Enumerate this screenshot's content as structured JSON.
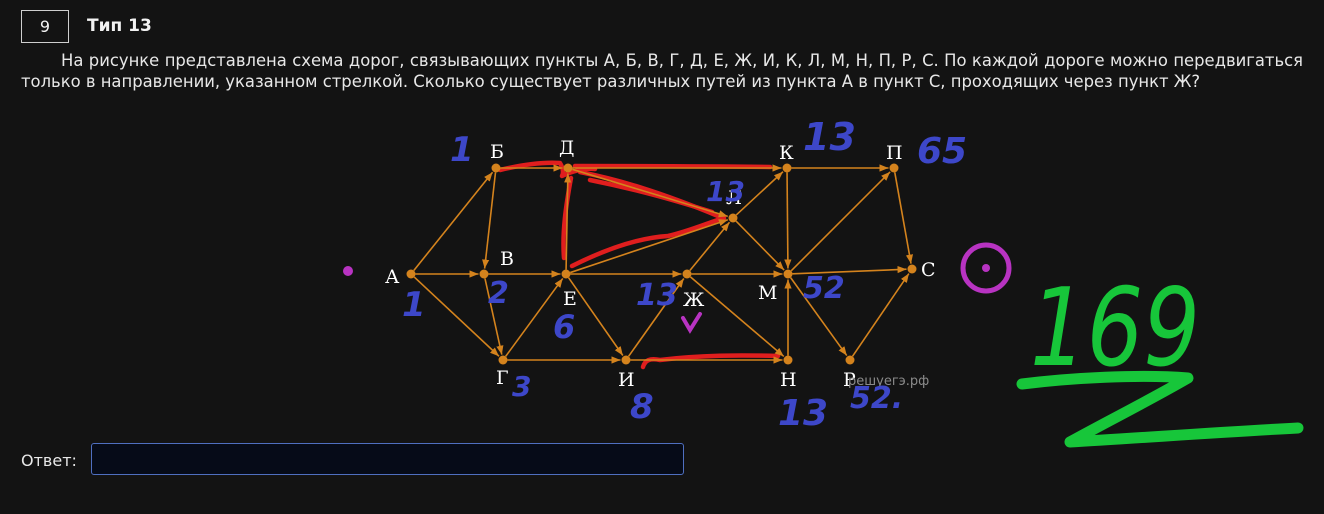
{
  "task": {
    "number": "9",
    "type_label": "Тип 13",
    "text": "На рисунке представлена схема дорог, связывающих пункты А, Б, В, Г, Д, Е, Ж, И, К, Л, М, Н, П, Р, С. По каждой дороге можно передвигаться только в направлении, указанном стрелкой. Сколько существует различных путей из пункта А в пункт С, проходящих через пункт Ж?"
  },
  "graph": {
    "nodes": {
      "A": "А",
      "B": "Б",
      "V": "В",
      "G": "Г",
      "D": "Д",
      "E": "Е",
      "ZH": "Ж",
      "I": "И",
      "K": "К",
      "L": "Л",
      "M": "М",
      "N": "Н",
      "P": "П",
      "R": "Р",
      "S": "С"
    },
    "edges": [
      [
        "A",
        "B"
      ],
      [
        "A",
        "V"
      ],
      [
        "A",
        "G"
      ],
      [
        "B",
        "V"
      ],
      [
        "B",
        "D"
      ],
      [
        "V",
        "G"
      ],
      [
        "V",
        "E"
      ],
      [
        "G",
        "E"
      ],
      [
        "G",
        "I"
      ],
      [
        "E",
        "D"
      ],
      [
        "E",
        "ZH"
      ],
      [
        "E",
        "I"
      ],
      [
        "E",
        "L"
      ],
      [
        "D",
        "L"
      ],
      [
        "D",
        "K"
      ],
      [
        "I",
        "ZH"
      ],
      [
        "I",
        "N"
      ],
      [
        "ZH",
        "L"
      ],
      [
        "ZH",
        "M"
      ],
      [
        "ZH",
        "N"
      ],
      [
        "L",
        "K"
      ],
      [
        "L",
        "M"
      ],
      [
        "K",
        "P"
      ],
      [
        "K",
        "M"
      ],
      [
        "N",
        "M"
      ],
      [
        "M",
        "P"
      ],
      [
        "M",
        "S"
      ],
      [
        "M",
        "R"
      ],
      [
        "P",
        "S"
      ],
      [
        "R",
        "S"
      ]
    ],
    "colors": {
      "edge": "#d4831d",
      "label": "#ffffff"
    }
  },
  "watermark": "решуегэ.рф",
  "handwritten": {
    "counts": {
      "B": "1",
      "A": "1",
      "V": "2",
      "E": "6",
      "G": "3",
      "I": "8",
      "ZH": "13",
      "L": "13",
      "K": "13",
      "P": "65",
      "M": "52",
      "N": "13",
      "R": "52."
    },
    "answer": "169",
    "colors": {
      "blue": "#3d47c9",
      "red": "#e01e1e",
      "magenta": "#b833c2",
      "green": "#17c63a"
    }
  },
  "answer": {
    "label": "Ответ:",
    "value": ""
  }
}
